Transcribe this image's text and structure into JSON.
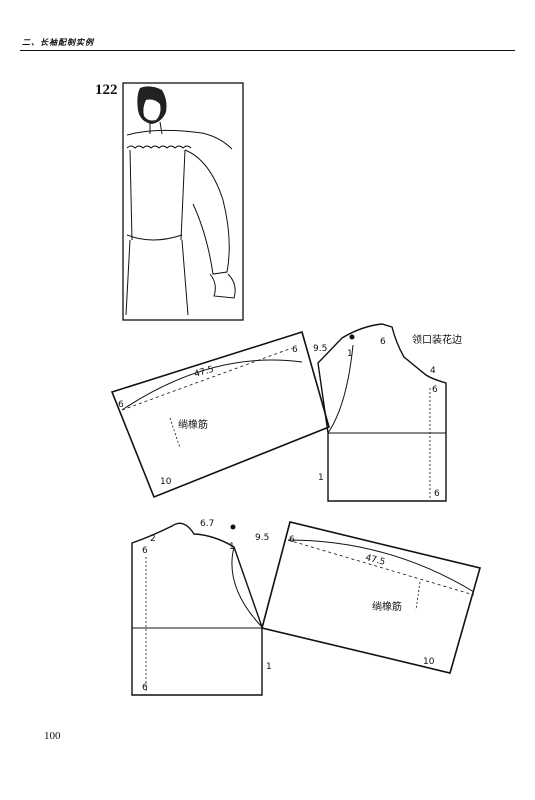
{
  "header": "二、长袖配制实例",
  "figure_number": "122",
  "page_number": "100",
  "labels": {
    "sleeve_length": "47.5",
    "elastic": "绱橡筋",
    "neck_trim": "领口装花边",
    "front_neck": "9.5",
    "back_neck": "6.7",
    "small_6": "6",
    "small_4": "4",
    "small_2": "2",
    "small_1": "1",
    "cuff_10": "10"
  }
}
